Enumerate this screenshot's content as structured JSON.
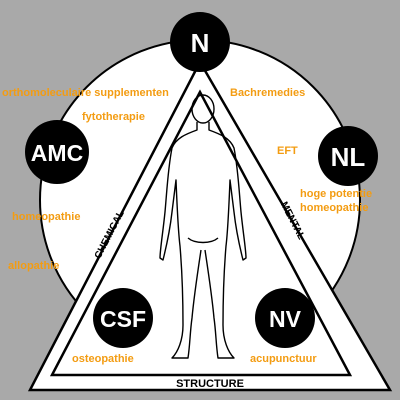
{
  "colors": {
    "background": "#a9a9a9",
    "panel": "#ffffff",
    "line": "#000000",
    "node_fill": "#000000",
    "node_text": "#ffffff",
    "therapy_text": "#f39c12"
  },
  "nodes": {
    "top": "N",
    "upper_left": "AMC",
    "upper_right": "NL",
    "lower_left": "CSF",
    "lower_right": "NV"
  },
  "triangle_labels": {
    "left_side": "CHEMICAL",
    "right_side": "MENTAL",
    "base": "STRUCTURE"
  },
  "therapies": {
    "orthomolecular": "orthomoleculaire supplementen",
    "bach": "Bachremedies",
    "phyto": "fytotherapie",
    "eft": "EFT",
    "high_potency_1": "hoge potentie",
    "high_potency_2": "homeopathie",
    "homeopathy": "homeopathie",
    "allopathy": "allopathie",
    "osteopathy": "osteopathie",
    "acupuncture": "acupunctuur"
  },
  "figure_icon": "human-body-outline-icon"
}
